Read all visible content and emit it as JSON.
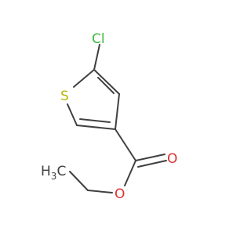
{
  "atoms": {
    "chlorine": {
      "label": "Cl",
      "color": "#3cb83c"
    },
    "sulfur": {
      "label": "S",
      "color": "#b8b800"
    },
    "oxygen_carbonyl": {
      "label": "O",
      "color": "#e03030"
    },
    "oxygen_ester": {
      "label": "O",
      "color": "#e03030"
    },
    "methyl": {
      "label": "H",
      "subscript": "3",
      "suffix": "C",
      "color": "#404040"
    }
  },
  "colors": {
    "bond": "#404040",
    "background": "#ffffff"
  }
}
